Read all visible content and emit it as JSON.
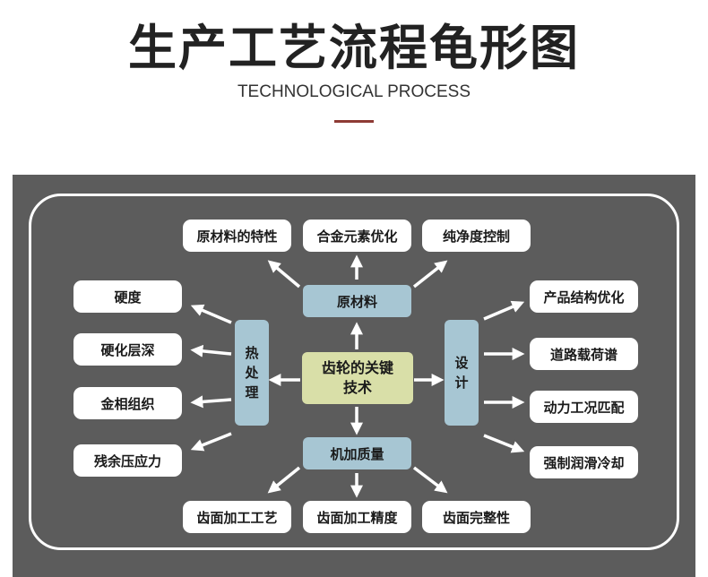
{
  "header": {
    "title": "生产工艺流程龟形图",
    "subtitle": "TECHNOLOGICAL PROCESS"
  },
  "center": {
    "line1": "齿轮的关键",
    "line2": "技术"
  },
  "top": {
    "hub": "原材料",
    "items": [
      "原材料的特性",
      "合金元素优化",
      "纯净度控制"
    ]
  },
  "left": {
    "hub_chars": [
      "热",
      "处",
      "理"
    ],
    "items": [
      "硬度",
      "硬化层深",
      "金相组织",
      "残余压应力"
    ]
  },
  "right": {
    "hub_chars": [
      "设",
      "计"
    ],
    "items": [
      "产品结构优化",
      "道路载荷谱",
      "动力工况匹配",
      "强制润滑冷却"
    ]
  },
  "bottom": {
    "hub": "机加质量",
    "items": [
      "齿面加工工艺",
      "齿面加工精度",
      "齿面完整性"
    ]
  },
  "colors": {
    "panel": "#5c5c5c",
    "hub": "#a7c6d3",
    "center": "#d9dfa8",
    "accent_bar": "#8e3b35",
    "arrow": "#ffffff"
  }
}
